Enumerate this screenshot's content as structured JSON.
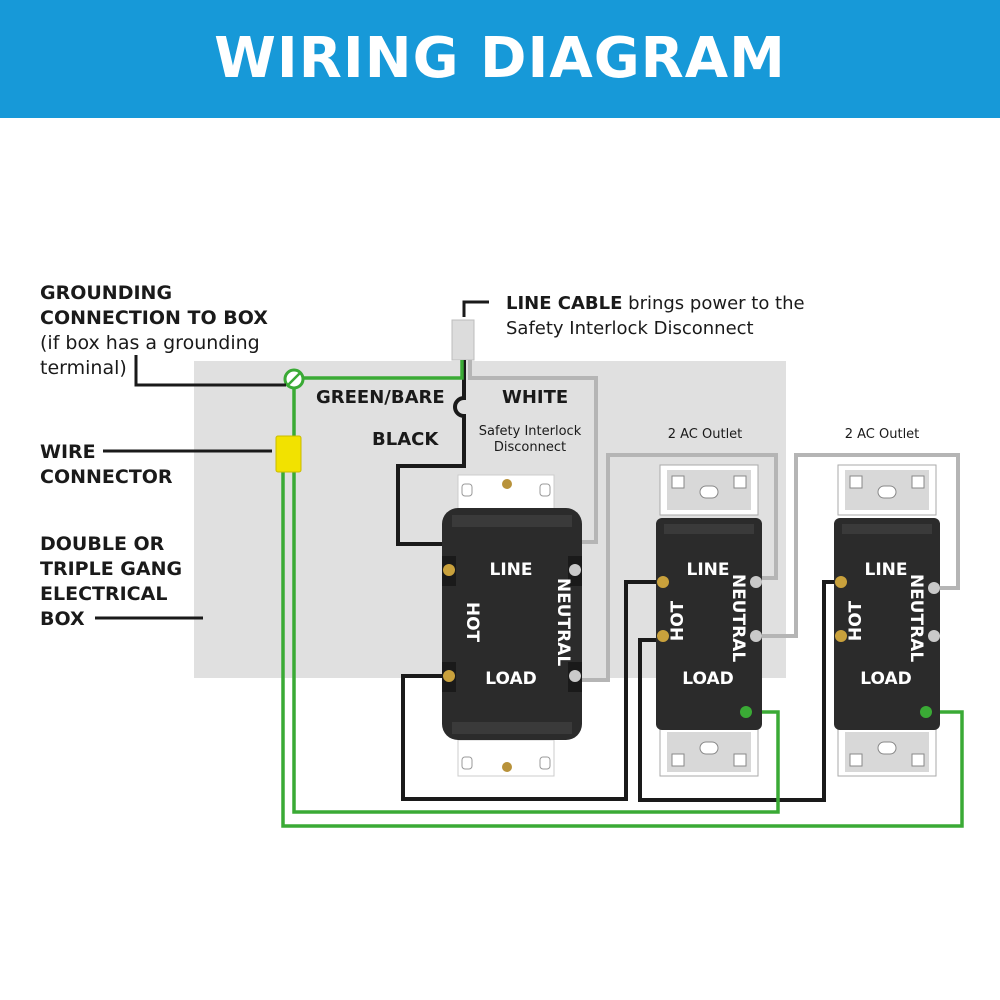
{
  "header": {
    "title": "WIRING DIAGRAM",
    "background_color": "#1799d8"
  },
  "callouts": {
    "grounding": {
      "line1": "GROUNDING",
      "line2": "CONNECTION TO BOX",
      "line3": "(if box has a grounding",
      "line4": "terminal)"
    },
    "wire_connector": {
      "line1": "WIRE",
      "line2": "CONNECTOR"
    },
    "box": {
      "line1": "DOUBLE OR",
      "line2": "TRIPLE GANG",
      "line3": "ELECTRICAL",
      "line4": "BOX"
    },
    "line_cable": {
      "bold": "LINE CABLE",
      "rest": " brings power to the",
      "line2": "Safety Interlock Disconnect"
    }
  },
  "wires": {
    "green": "GREEN/BARE",
    "white": "WHITE",
    "black": "BLACK"
  },
  "devices": {
    "disconnect": {
      "title1": "Safety Interlock",
      "title2": "Disconnect",
      "line": "LINE",
      "load": "LOAD",
      "hot": "HOT",
      "neutral": "NEUTRAL"
    },
    "outlet1": {
      "title": "2 AC Outlet",
      "line": "LINE",
      "load": "LOAD",
      "hot": "HOT",
      "neutral": "NEUTRAL"
    },
    "outlet2": {
      "title": "2 AC Outlet",
      "line": "LINE",
      "load": "LOAD",
      "hot": "HOT",
      "neutral": "NEUTRAL"
    }
  },
  "colors": {
    "hot_wire": "#1a1a1a",
    "neutral_wire": "#b5b5b5",
    "ground_wire": "#3aaa35",
    "box": "#e0e0e0",
    "connector": "#f2e200"
  }
}
